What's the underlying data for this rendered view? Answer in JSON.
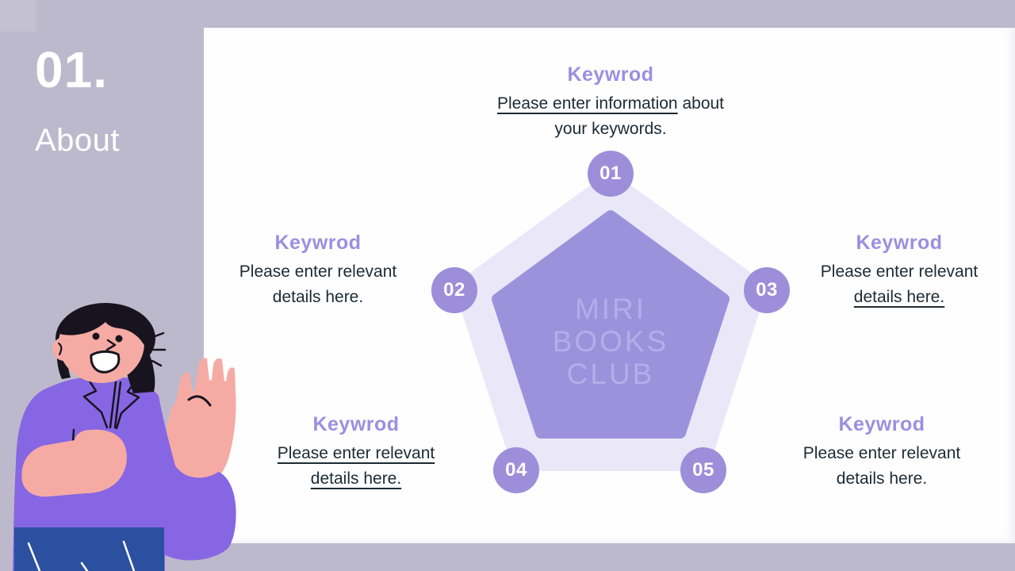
{
  "slide": {
    "section_number": "01.",
    "section_title": "About",
    "pentagon_label_line1": "MIRI",
    "pentagon_label_line2": "BOOKS",
    "pentagon_label_line3": "CLUB"
  },
  "colors": {
    "background": "#bdb9cc",
    "card": "#fefeff",
    "accent_purple": "#9c8fe0",
    "badge_purple": "#9d8eda",
    "pentagon_outer": "#eae7f8",
    "pentagon_inner": "#9c92dc",
    "pentagon_label": "#b6ace9",
    "body_text": "#1d2b33",
    "illustration_skin": "#f5aba4",
    "illustration_hair": "#17141f",
    "illustration_shirt": "#8766e3",
    "illustration_pants": "#2b509f"
  },
  "keywords": [
    {
      "number": "01",
      "title": "Keywrod",
      "line1_underlined": "Please enter information",
      "line1_rest": " about",
      "line2": "your keywords."
    },
    {
      "number": "02",
      "title": "Keywrod",
      "line1": "Please enter relevant",
      "line2": "details here."
    },
    {
      "number": "03",
      "title": "Keywrod",
      "line1": "Please enter relevant",
      "line2_underlined": "details here."
    },
    {
      "number": "04",
      "title": "Keywrod",
      "line1_underlined": "Please enter relevant",
      "line2_underlined": "details here."
    },
    {
      "number": "05",
      "title": "Keywrod",
      "line1": "Please enter relevant",
      "line2": "details here."
    }
  ]
}
